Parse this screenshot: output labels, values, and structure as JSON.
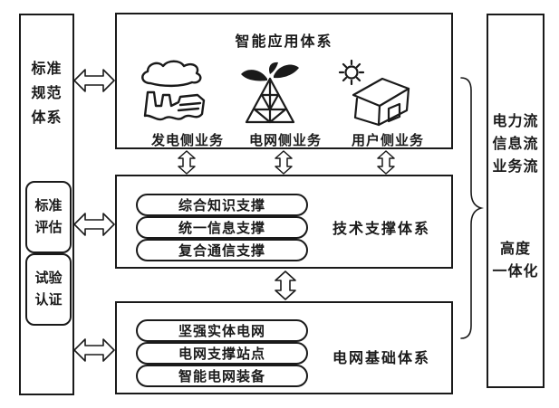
{
  "colors": {
    "line": "#1a1a1a",
    "background": "#ffffff"
  },
  "left_panel": {
    "title_lines": {
      "l1": "标准",
      "l2": "规范",
      "l3": "体系"
    },
    "boxes": [
      {
        "l1": "标准",
        "l2": "评估"
      },
      {
        "l1": "试验",
        "l2": "认证"
      }
    ]
  },
  "application_box": {
    "title": "智能应用体系",
    "items": [
      {
        "icon": "power-plant-icon",
        "label": "发电侧业务"
      },
      {
        "icon": "transmission-tower-icon",
        "label": "电网侧业务"
      },
      {
        "icon": "house-sun-icon",
        "label": "用户侧业务"
      }
    ]
  },
  "technology_box": {
    "title": "技术支撑体系",
    "items": [
      "综合知识支撑",
      "统一信息支撑",
      "复合通信支撑"
    ]
  },
  "grid_base_box": {
    "title": "电网基础体系",
    "items": [
      "坚强实体电网",
      "电网支撑站点",
      "智能电网装备"
    ]
  },
  "right_panel": {
    "group1": {
      "l1": "电力流",
      "l2": "信息流",
      "l3": "业务流"
    },
    "group2": {
      "l1": "高度",
      "l2": "一体化"
    }
  }
}
